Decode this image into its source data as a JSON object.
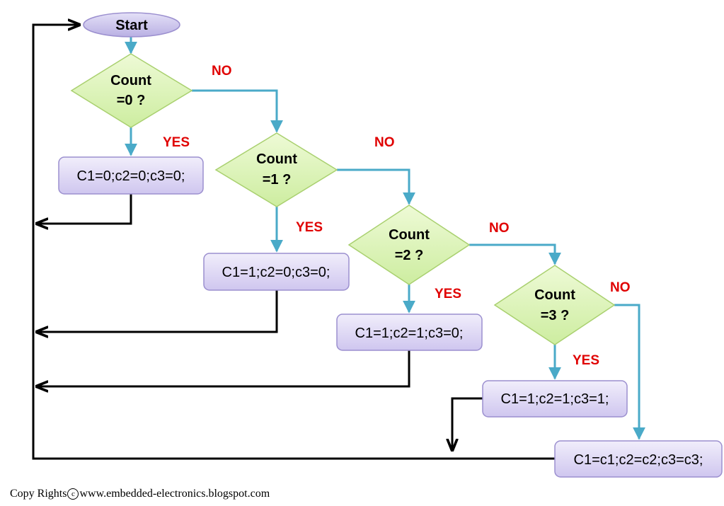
{
  "diagram": {
    "start_label": "Start",
    "decisions": [
      {
        "line1": "Count",
        "line2": "=0 ?"
      },
      {
        "line1": "Count",
        "line2": "=1 ?"
      },
      {
        "line1": "Count",
        "line2": "=2 ?"
      },
      {
        "line1": "Count",
        "line2": "=3 ?"
      }
    ],
    "processes": [
      "C1=0;c2=0;c3=0;",
      "C1=1;c2=0;c3=0;",
      "C1=1;c2=1;c3=0;",
      "C1=1;c2=1;c3=1;",
      "C1=c1;c2=c2;c3=c3;"
    ],
    "yes_label": "YES",
    "no_label": "NO",
    "colors": {
      "start_fill": "#c9c2ea",
      "decision_fill": "#d9f2b0",
      "process_fill": "#ddd6f3",
      "process_border": "#9b8fcf",
      "flow_arrow": "#4aaac8",
      "return_line": "#000000",
      "yes_no_text": "#e00000"
    }
  },
  "footer": {
    "prefix": "Copy Rights",
    "symbol": "c",
    "site": "www.embedded-electronics.blogspot.com"
  }
}
